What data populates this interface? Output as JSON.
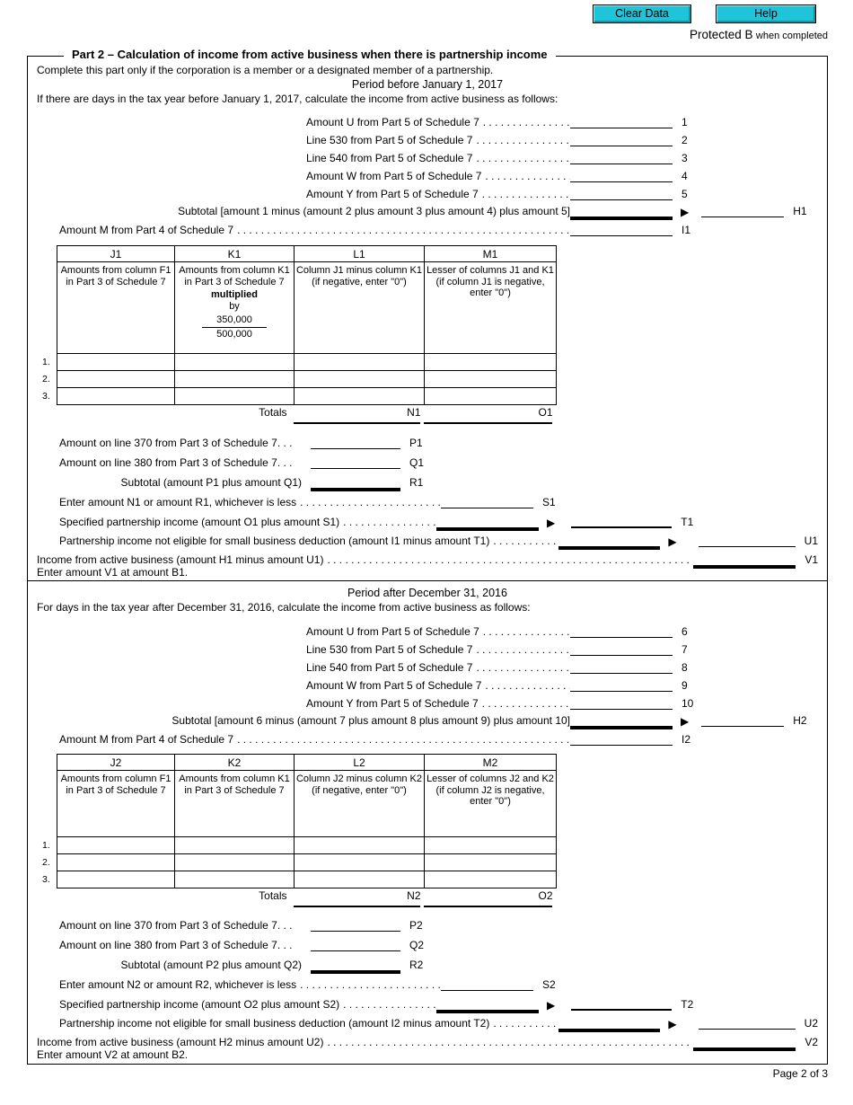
{
  "toolbar": {
    "clear_data": "Clear Data",
    "help": "Help"
  },
  "protected_b": {
    "main": "Protected B",
    "suffix": "when completed"
  },
  "icons": {
    "arrow_right": "▶"
  },
  "part2": {
    "title": "Part 2 – Calculation of income from active business when there is partnership income",
    "intro": "Complete this part only if the corporation is a member or a designated member of a partnership."
  },
  "s1": {
    "period_heading": "Period before January 1, 2017",
    "instruction": "If there are days in the tax year before January 1, 2017, calculate the income from active business as follows:",
    "amount_lines": [
      {
        "label": "Amount U from Part 5 of Schedule 7",
        "dots": ". . . . . . . . . . . . . . . . . . . .",
        "num": "1"
      },
      {
        "label": "Line 530 from Part 5 of Schedule 7",
        "dots": ". . . . . . . . . . . . . . . . . . . .",
        "num": "2"
      },
      {
        "label": "Line 540 from Part 5 of Schedule 7",
        "dots": ". . . . . . . . . . . . . . . . . . . .",
        "num": "3"
      },
      {
        "label": "Amount W from Part 5 of Schedule 7",
        "dots": ". . . . . . . . . . . . . . . . . . . .",
        "num": "4"
      },
      {
        "label": "Amount Y from Part 5 of Schedule 7",
        "dots": ". . . . . . . . . . . . . . . . . . . .",
        "num": "5"
      }
    ],
    "subtotal_label": "Subtotal [amount 1 minus (amount 2 plus amount 3 plus amount 4) plus amount 5]",
    "subtotal_code": "H1",
    "amount_m_label": "Amount M from Part 4 of Schedule 7",
    "amount_m_dots": ". . . . . . . . . . . . . . . . . . . . . . . . . . . . . . . . . . . . . . . . . . . . . . . . . . . . . . . . . . . . . .",
    "amount_m_code": "I1",
    "table": {
      "codes": [
        "J1",
        "K1",
        "L1",
        "M1"
      ],
      "col1_desc": "Amounts from column F1 in Part 3 of Schedule 7",
      "col2_desc": "Amounts from column K1 in Part 3 of Schedule 7",
      "col2_multiplied": "multiplied",
      "col2_by": "by",
      "col2_numerator": "350,000",
      "col2_denominator": "500,000",
      "col3_desc": "Column J1 minus column K1 (if negative, enter \"0\")",
      "col4_desc": "Lesser of columns J1 and K1 (if column J1 is negative, enter \"0\")",
      "row_nums": [
        "1.",
        "2.",
        "3."
      ],
      "totals_label": "Totals",
      "total_code_n": "N1",
      "total_code_o": "O1"
    },
    "line_370": {
      "label": "Amount on line 370 from Part 3 of Schedule 7. . .",
      "code": "P1"
    },
    "line_380": {
      "label": "Amount on line 380 from Part 3 of Schedule 7. . .",
      "code": "Q1"
    },
    "subtotal_pq": {
      "label": "Subtotal (amount P1 plus amount Q1)",
      "code": "R1"
    },
    "enter_lesser": {
      "label": "Enter amount N1 or amount R1, whichever is less",
      "dots": ". . . . . . . . . . . . . . . . . . . . . . . .",
      "code": "S1"
    },
    "spi": {
      "label": "Specified partnership income (amount O1 plus amount S1)",
      "dots": ". . . . . . . . . . . . . . . . .",
      "code": "T1"
    },
    "not_eligible": {
      "label": "Partnership income not eligible for small business deduction (amount I1 minus amount T1)",
      "dots": ". . . . . . . . . . . .",
      "code": "U1"
    },
    "income_active": {
      "label": "Income from active business (amount H1 minus amount U1)",
      "dots": ". . . . . . . . . . . . . . . . . . . . . . . . . . . . . . . . . . . . . . . . . . . . . . . . . . . . . . . . . . . . . . . . . . . . . . . .",
      "code": "V1"
    },
    "enter_note": "Enter amount V1 at amount B1."
  },
  "s2": {
    "period_heading": "Period after December 31, 2016",
    "instruction": "For days in the tax year after December 31, 2016, calculate the income from active business as follows:",
    "amount_lines": [
      {
        "label": "Amount U from Part 5 of Schedule 7",
        "dots": ". . . . . . . . . . . . . . . . . . . .",
        "num": "6"
      },
      {
        "label": "Line 530 from Part 5 of Schedule 7",
        "dots": ". . . . . . . . . . . . . . . . . . . .",
        "num": "7"
      },
      {
        "label": "Line 540 from Part 5 of Schedule 7",
        "dots": ". . . . . . . . . . . . . . . . . . . .",
        "num": "8"
      },
      {
        "label": "Amount W from Part 5 of Schedule 7",
        "dots": ". . . . . . . . . . . . . . . . . . . .",
        "num": "9"
      },
      {
        "label": "Amount Y from Part 5 of Schedule 7",
        "dots": ". . . . . . . . . . . . . . . . . . . .",
        "num": "10"
      }
    ],
    "subtotal_label": "Subtotal [amount 6 minus (amount 7 plus amount 8 plus amount 9) plus amount 10]",
    "subtotal_code": "H2",
    "amount_m_label": "Amount M from Part 4 of Schedule 7",
    "amount_m_dots": ". . . . . . . . . . . . . . . . . . . . . . . . . . . . . . . . . . . . . . . . . . . . . . . . . . . . . . . . . . . . . .",
    "amount_m_code": "I2",
    "table": {
      "codes": [
        "J2",
        "K2",
        "L2",
        "M2"
      ],
      "col1_desc": "Amounts from column F1 in Part 3 of Schedule 7",
      "col2_desc": "Amounts from column K1 in Part 3 of Schedule 7",
      "col3_desc": "Column J2 minus column K2 (if negative, enter \"0\")",
      "col4_desc": "Lesser of columns J2 and K2 (if column J2 is negative, enter \"0\")",
      "row_nums": [
        "1.",
        "2.",
        "3."
      ],
      "totals_label": "Totals",
      "total_code_n": "N2",
      "total_code_o": "O2"
    },
    "line_370": {
      "label": "Amount on line 370 from Part 3 of Schedule 7. . .",
      "code": "P2"
    },
    "line_380": {
      "label": "Amount on line 380 from Part 3 of Schedule 7. . .",
      "code": "Q2"
    },
    "subtotal_pq": {
      "label": "Subtotal (amount P2 plus amount Q2)",
      "code": "R2"
    },
    "enter_lesser": {
      "label": "Enter amount N2 or amount R2, whichever is less",
      "dots": ". . . . . . . . . . . . . . . . . . . . . . . .",
      "code": "S2"
    },
    "spi": {
      "label": "Specified partnership income (amount O2 plus amount S2)",
      "dots": ". . . . . . . . . . . . . . . . .",
      "code": "T2"
    },
    "not_eligible": {
      "label": "Partnership income not eligible for small business deduction (amount I2 minus amount T2)",
      "dots": ". . . . . . . . . . . .",
      "code": "U2"
    },
    "income_active": {
      "label": "Income from active business (amount H2 minus amount U2)",
      "dots": ". . . . . . . . . . . . . . . . . . . . . . . . . . . . . . . . . . . . . . . . . . . . . . . . . . . . . . . . . . . . . . . . . . . . . . . .",
      "code": "V2"
    },
    "enter_note": "Enter amount V2 at amount B2."
  },
  "footer": {
    "page": "Page 2 of 3"
  },
  "colors": {
    "button_fill": "#1fc4d9",
    "ink": "#000000"
  }
}
